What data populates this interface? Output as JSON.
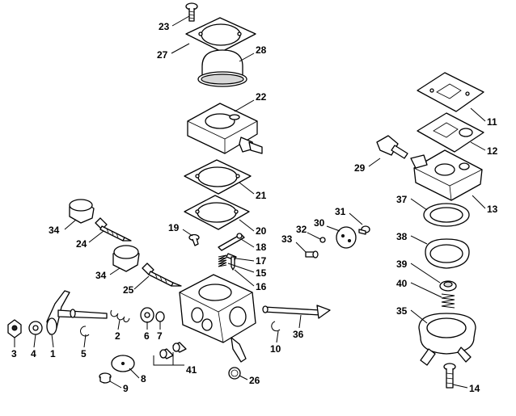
{
  "diagram": {
    "callouts": [
      {
        "id": "n23",
        "text": "23"
      },
      {
        "id": "n27",
        "text": "27"
      },
      {
        "id": "n28",
        "text": "28"
      },
      {
        "id": "n22",
        "text": "22"
      },
      {
        "id": "n21",
        "text": "21"
      },
      {
        "id": "n20",
        "text": "20"
      },
      {
        "id": "n19",
        "text": "19"
      },
      {
        "id": "n18",
        "text": "18"
      },
      {
        "id": "n17",
        "text": "17"
      },
      {
        "id": "n15",
        "text": "15"
      },
      {
        "id": "n16",
        "text": "16"
      },
      {
        "id": "n34a",
        "text": "34"
      },
      {
        "id": "n24",
        "text": "24"
      },
      {
        "id": "n34b",
        "text": "34"
      },
      {
        "id": "n25",
        "text": "25"
      },
      {
        "id": "n3",
        "text": "3"
      },
      {
        "id": "n4",
        "text": "4"
      },
      {
        "id": "n1",
        "text": "1"
      },
      {
        "id": "n5",
        "text": "5"
      },
      {
        "id": "n2",
        "text": "2"
      },
      {
        "id": "n6",
        "text": "6"
      },
      {
        "id": "n7",
        "text": "7"
      },
      {
        "id": "n8",
        "text": "8"
      },
      {
        "id": "n9",
        "text": "9"
      },
      {
        "id": "n41",
        "text": "41"
      },
      {
        "id": "n26",
        "text": "26"
      },
      {
        "id": "n10",
        "text": "10"
      },
      {
        "id": "n36",
        "text": "36"
      },
      {
        "id": "n33",
        "text": "33"
      },
      {
        "id": "n32",
        "text": "32"
      },
      {
        "id": "n30",
        "text": "30"
      },
      {
        "id": "n31",
        "text": "31"
      },
      {
        "id": "n11",
        "text": "11"
      },
      {
        "id": "n12",
        "text": "12"
      },
      {
        "id": "n29",
        "text": "29"
      },
      {
        "id": "n13",
        "text": "13"
      },
      {
        "id": "n37",
        "text": "37"
      },
      {
        "id": "n38",
        "text": "38"
      },
      {
        "id": "n39",
        "text": "39"
      },
      {
        "id": "n40",
        "text": "40"
      },
      {
        "id": "n35",
        "text": "35"
      },
      {
        "id": "n14",
        "text": "14"
      }
    ]
  }
}
